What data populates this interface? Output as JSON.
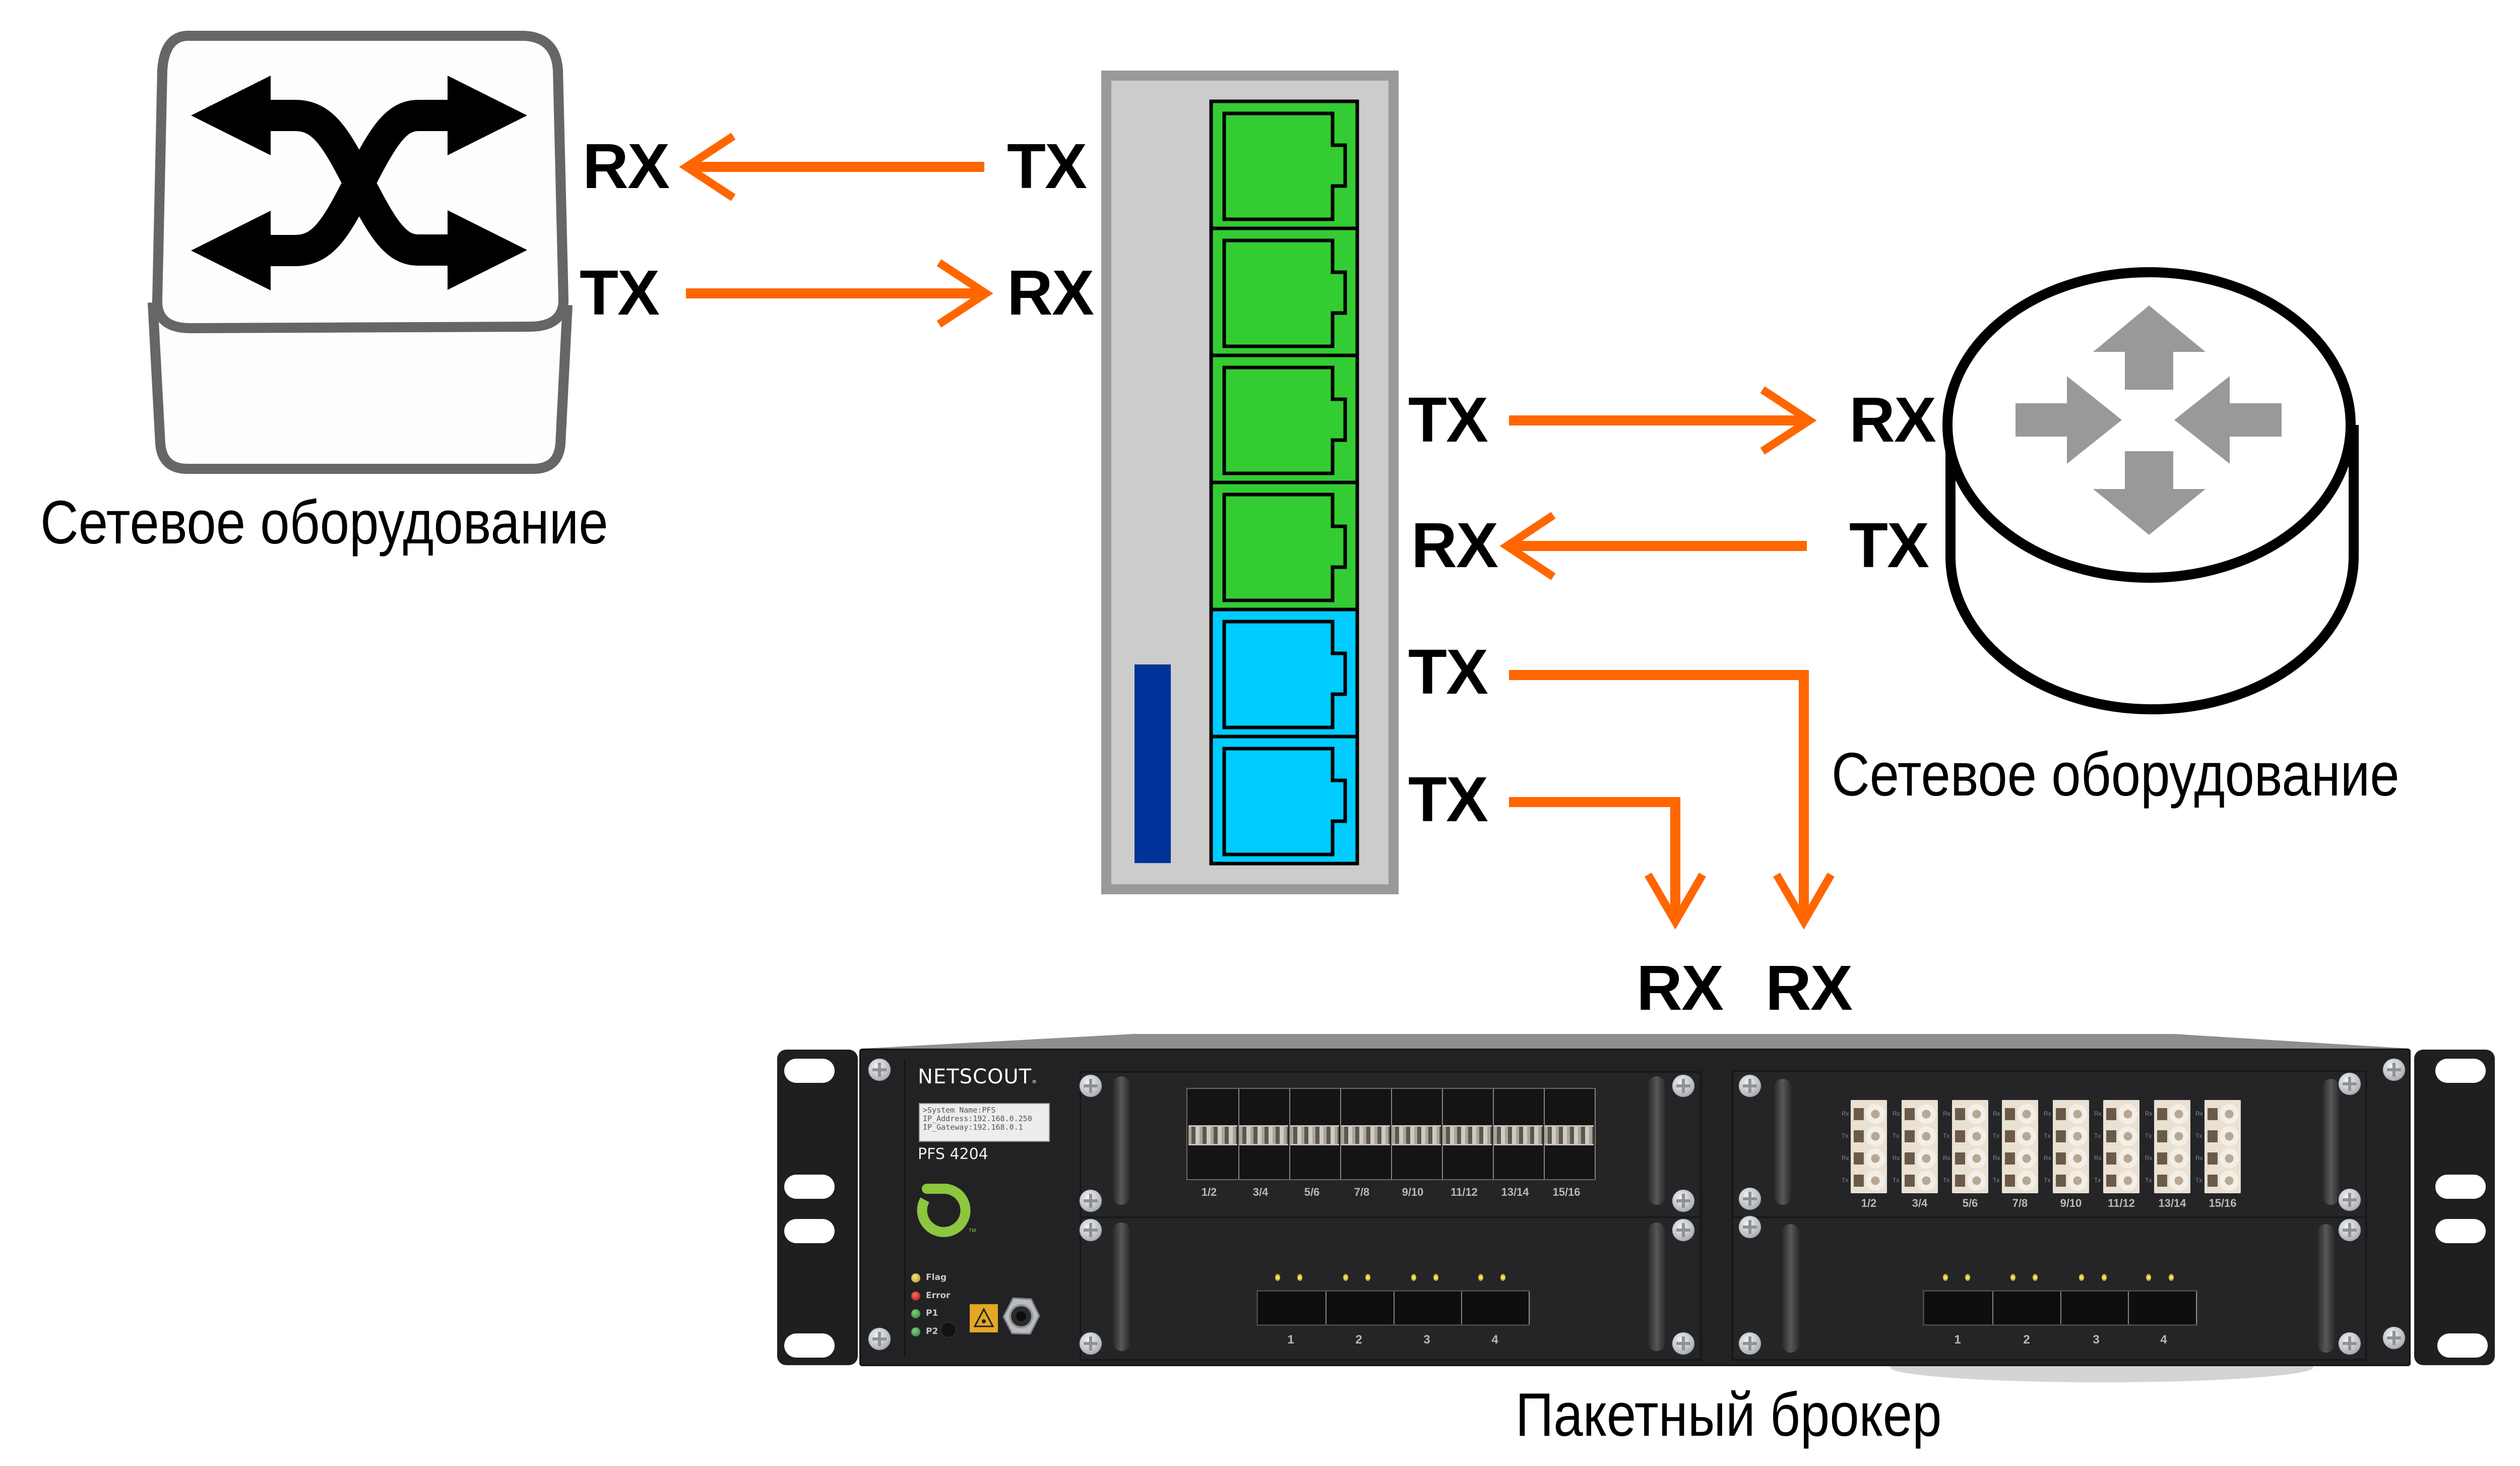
{
  "colors": {
    "arrow": "#ff6600",
    "tap_body": "#cccccc",
    "tap_border": "#999999",
    "network_port": "#33cc33",
    "monitor_port": "#00ccff",
    "power_bar": "#003399",
    "switch_outline": "#666666",
    "router_arrows": "#999999"
  },
  "switch": {
    "caption": "Сетевое оборудование",
    "labels": {
      "rx": "RX",
      "tx": "TX"
    }
  },
  "tap": {
    "left_labels": [
      "TX",
      "RX"
    ],
    "right_labels": [
      "TX",
      "RX",
      "TX",
      "TX"
    ],
    "ports": [
      {
        "type": "network"
      },
      {
        "type": "network"
      },
      {
        "type": "network"
      },
      {
        "type": "network"
      },
      {
        "type": "monitor"
      },
      {
        "type": "monitor"
      }
    ]
  },
  "router": {
    "caption": "Сетевое оборудование",
    "labels": {
      "rx": "RX",
      "tx": "TX"
    }
  },
  "broker": {
    "caption": "Пакетный брокер",
    "input_labels": [
      "RX",
      "RX"
    ],
    "brand": "NETSCOUT",
    "brand_mark": "®",
    "model": "PFS 4204",
    "logo_tm": "TM",
    "lcd_lines": [
      ">System Name:PFS",
      "IP_Address:192.168.0.250",
      "IP_Gateway:192.168.0.1"
    ],
    "status_leds": [
      {
        "label": "Flag",
        "color": "#d8c020"
      },
      {
        "label": "Error",
        "color": "#d02020"
      },
      {
        "label": "P1",
        "color": "#3fa040"
      },
      {
        "label": "P2",
        "color": "#3fa040"
      }
    ],
    "sfp_module": {
      "port_labels": [
        "1/2",
        "3/4",
        "5/6",
        "7/8",
        "9/10",
        "11/12",
        "13/14",
        "15/16"
      ]
    },
    "lc_module": {
      "port_labels": [
        "1/2",
        "3/4",
        "5/6",
        "7/8",
        "9/10",
        "11/12",
        "13/14",
        "15/16"
      ],
      "row_labels": [
        "Rx",
        "Tx",
        "Rx",
        "Tx"
      ]
    },
    "qsfp_left": {
      "port_labels": [
        "1",
        "2",
        "3",
        "4"
      ]
    },
    "qsfp_right": {
      "port_labels": [
        "1",
        "2",
        "3",
        "4"
      ]
    }
  }
}
